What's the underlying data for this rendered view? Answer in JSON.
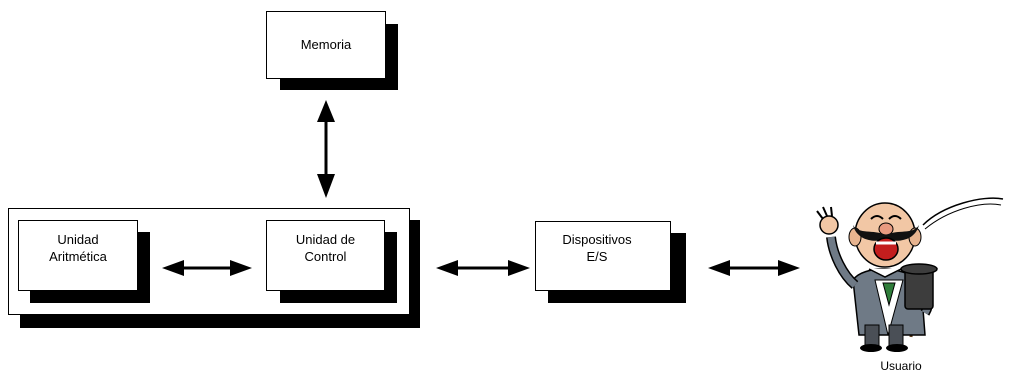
{
  "diagram": {
    "memoria": {
      "label": "Memoria"
    },
    "unidad_aritmetica": {
      "line1": "Unidad",
      "line2": "Aritmética"
    },
    "unidad_control": {
      "line1": "Unidad de",
      "line2": "Control"
    },
    "dispositivos": {
      "line1": "Dispositivos",
      "line2": "E/S"
    },
    "usuario": {
      "label": "Usuario"
    }
  },
  "colors": {
    "box_fill": "#ffffff",
    "shadow": "#000000",
    "arrow": "#000000"
  }
}
